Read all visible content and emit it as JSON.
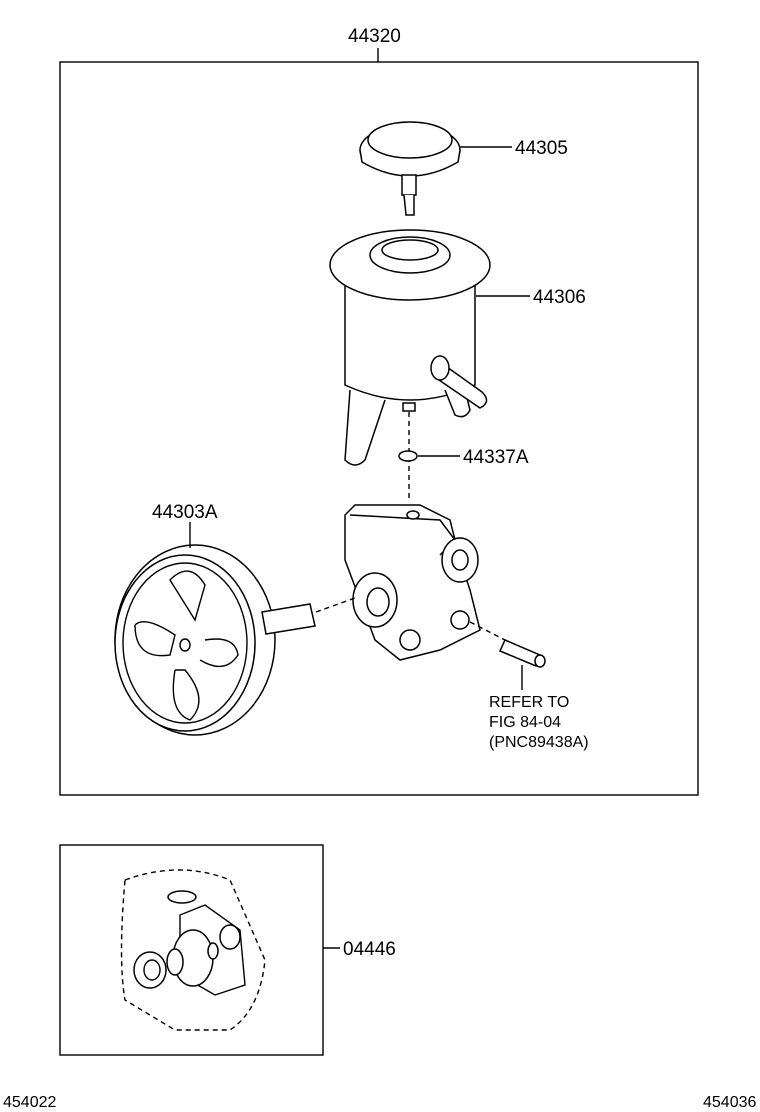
{
  "diagram": {
    "assembly_number": "44320",
    "parts": [
      {
        "number": "44305"
      },
      {
        "number": "44306"
      },
      {
        "number": "44337A"
      },
      {
        "number": "44303A"
      },
      {
        "number": "04446"
      }
    ],
    "reference_note": [
      "REFER TO",
      "FIG  84-04",
      "(PNC89438A)"
    ],
    "footer_left": "454022",
    "footer_right": "454036"
  }
}
